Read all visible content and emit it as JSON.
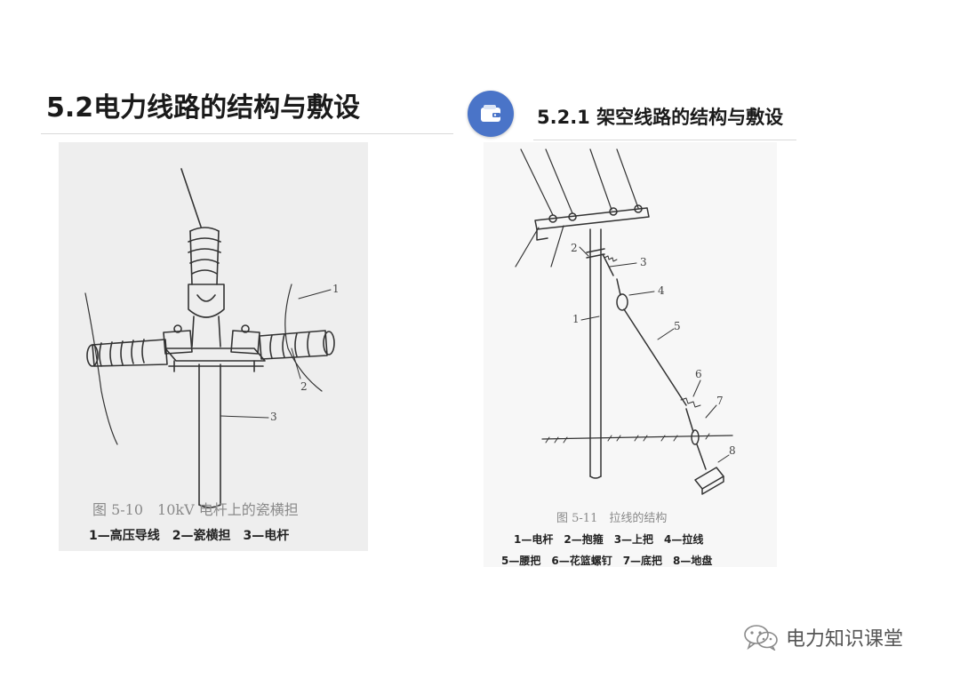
{
  "title_main": "5.2电力线路的结构与敷设",
  "title_sub": "5.2.1 架空线路的结构与敷设",
  "badge_icon": "wallet-icon",
  "figure_left": {
    "caption_title": "图 5-10　10kV 电杆上的瓷横担",
    "caption_legend": "1—高压导线　2—瓷横担　3—电杆",
    "labels": [
      "1",
      "2",
      "3"
    ]
  },
  "figure_right": {
    "caption_title": "图 5-11　拉线的结构",
    "caption_legend_line1": "1—电杆　2—抱箍　3—上把　4—拉线",
    "caption_legend_line2": "5—腰把　6—花篮螺钉　7—底把　8—地盘",
    "labels": [
      "1",
      "2",
      "3",
      "4",
      "5",
      "6",
      "7",
      "8"
    ]
  },
  "watermark": {
    "icon": "wechat-icon",
    "text": "电力知识课堂"
  },
  "colors": {
    "badge": "#4a74c8",
    "figure_left_bg": "#eeeeee",
    "figure_right_bg": "#f7f7f7"
  }
}
